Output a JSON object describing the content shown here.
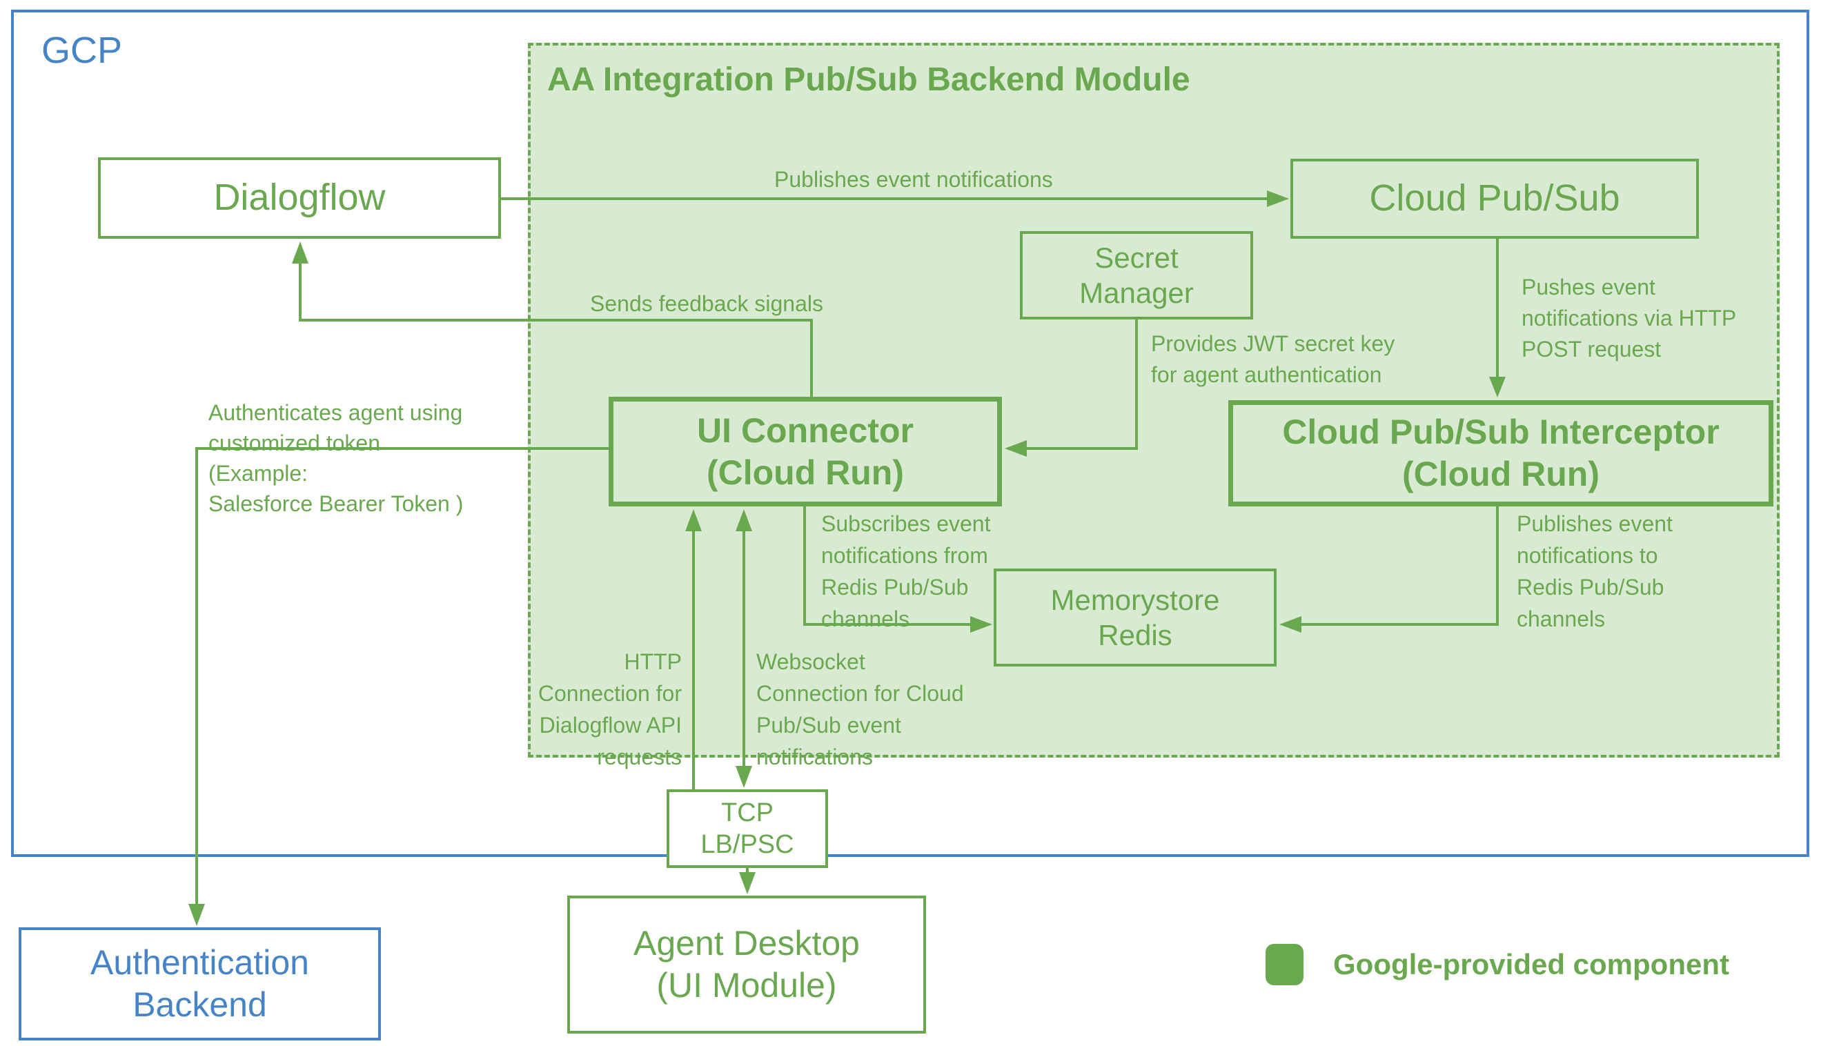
{
  "diagram": {
    "gcp_label": "GCP",
    "module_title": "AA Integration Pub/Sub Backend Module",
    "nodes": {
      "dialogflow": "Dialogflow",
      "cloud_pubsub": "Cloud Pub/Sub",
      "secret_manager": "Secret\nManager",
      "ui_connector": "UI Connector\n(Cloud Run)",
      "interceptor": "Cloud Pub/Sub Interceptor\n(Cloud Run)",
      "memorystore": "Memorystore\nRedis",
      "tcp_lb": "TCP\nLB/PSC",
      "agent_desktop": "Agent Desktop\n(UI Module)",
      "auth_backend": "Authentication\nBackend"
    },
    "edge_labels": {
      "publishes_event": "Publishes event notifications",
      "sends_feedback": "Sends feedback signals",
      "pushes_event": "Pushes event\nnotifications via HTTP\nPOST request",
      "provides_jwt": "Provides JWT secret key\nfor agent authentication",
      "authenticates": "Authenticates agent using\ncustomized token\n(Example:\nSalesforce Bearer Token )",
      "subscribes": "Subscribes event\nnotifications from\nRedis Pub/Sub\nchannels",
      "publishes_redis": "Publishes event\nnotifications to\nRedis Pub/Sub\nchannels",
      "http_conn": "HTTP\nConnection for\nDialogflow API\nrequests",
      "ws_conn": "Websocket\nConnection for Cloud\nPub/Sub event\nnotifications"
    },
    "legend": {
      "label": "Google-provided component"
    },
    "colors": {
      "green": "#6aa84f",
      "green_fill": "#d9ead3",
      "blue": "#4584c6"
    }
  }
}
